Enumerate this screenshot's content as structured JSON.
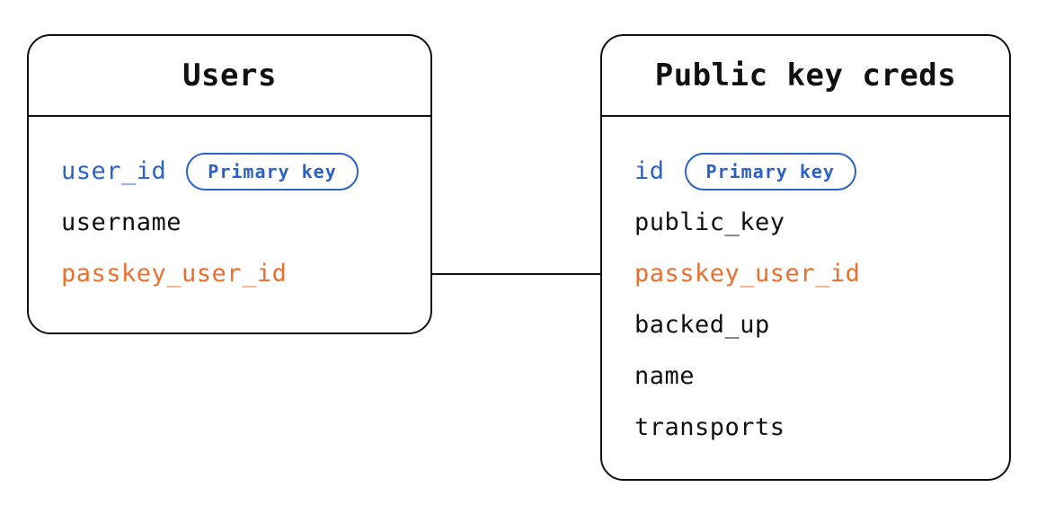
{
  "diagram": {
    "type": "entity-relationship",
    "tables": [
      {
        "title": "Users",
        "fields": [
          {
            "name": "user_id",
            "badge": "Primary key",
            "emphasis": "primary-key"
          },
          {
            "name": "username",
            "emphasis": "none"
          },
          {
            "name": "passkey_user_id",
            "emphasis": "relation"
          }
        ]
      },
      {
        "title": "Public key creds",
        "fields": [
          {
            "name": "id",
            "badge": "Primary key",
            "emphasis": "primary-key"
          },
          {
            "name": "public_key",
            "emphasis": "none"
          },
          {
            "name": "passkey_user_id",
            "emphasis": "relation"
          },
          {
            "name": "backed_up",
            "emphasis": "none"
          },
          {
            "name": "name",
            "emphasis": "none"
          },
          {
            "name": "transports",
            "emphasis": "none"
          }
        ]
      }
    ],
    "relationship": {
      "connects": [
        "Users.passkey_user_id",
        "Public key creds.passkey_user_id"
      ]
    },
    "colors": {
      "primary_key_blue": "#2b62c9",
      "relation_orange": "#ec6f2f",
      "text_black": "#111111",
      "border_black": "#111111",
      "background": "#ffffff"
    }
  }
}
